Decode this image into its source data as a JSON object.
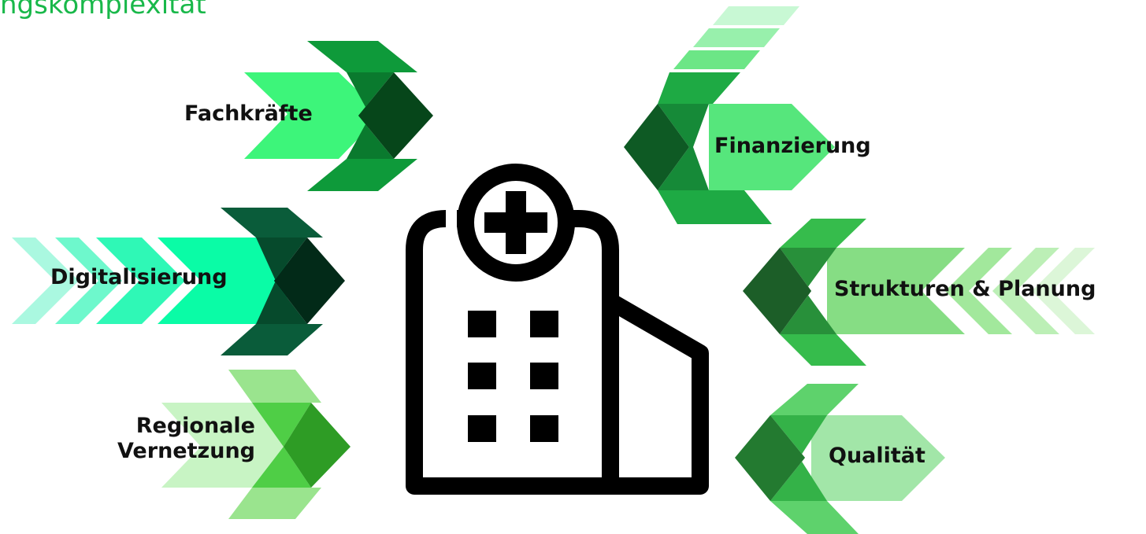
{
  "title": "ngskomplexität",
  "center": {
    "icon": "hospital-building-icon",
    "stroke": "#000000"
  },
  "factors": {
    "fachkraefte": {
      "label": "Fachkräfte",
      "colors": {
        "tail": "#3df57a",
        "wing": "#0e9a3a",
        "mid": "#0a7a2e",
        "tip": "#06461a"
      }
    },
    "digitalisierung": {
      "label": "Digitalisierung",
      "colors": {
        "fade": [
          "#aaf8e0",
          "#6ef8cc",
          "#2ff8b6"
        ],
        "tail": "#0afca6",
        "wing": "#0a5c3a",
        "mid": "#064a2c",
        "tip": "#022a18"
      }
    },
    "vernetzung": {
      "line1": "Regionale",
      "line2": "Vernetzung",
      "colors": {
        "tail": "#c8f4c4",
        "wing": "#9ae48e",
        "mid": "#4fce46",
        "tip": "#2e9c25"
      }
    },
    "finanzierung": {
      "label": "Finanzierung",
      "colors": {
        "fade": [
          "#c8f8d4",
          "#98f0ac",
          "#6ce686"
        ],
        "tail": "#56e67c",
        "wing": "#1eaa44",
        "mid": "#168a38",
        "tip": "#0e5a24"
      }
    },
    "strukturen": {
      "label": "Strukturen & Planung",
      "colors": {
        "fade": [
          "#dcf6d8",
          "#bcefb6",
          "#a2e89c"
        ],
        "tail": "#86dd84",
        "wing": "#36bc4c",
        "mid": "#28903a",
        "tip": "#1c5e28"
      }
    },
    "qualitaet": {
      "label": "Qualität",
      "colors": {
        "tail": "#a2e6a8",
        "wing": "#5ed26c",
        "mid": "#34b248",
        "tip": "#237a30"
      }
    }
  }
}
